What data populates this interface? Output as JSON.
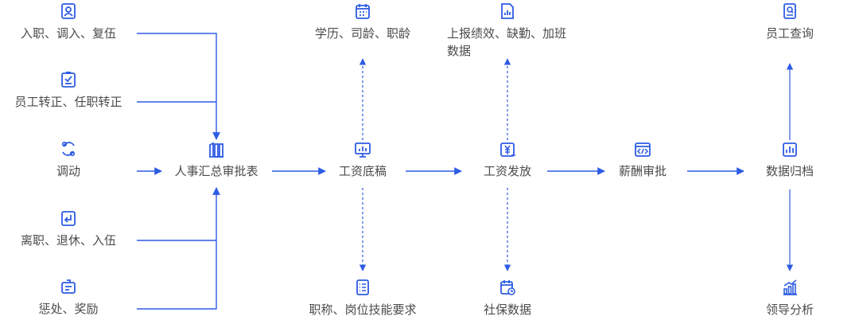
{
  "colors": {
    "accent": "#2d5be3",
    "text": "#4b4b4b"
  },
  "inputs": [
    {
      "label": "入职、调入、复伍",
      "icon": "person-card-icon"
    },
    {
      "label": "员工转正、任职转正",
      "icon": "checklist-icon"
    },
    {
      "label": "调动",
      "icon": "transfer-cycle-icon"
    },
    {
      "label": "离职、退休、入伍",
      "icon": "return-arrow-icon"
    },
    {
      "label": "惩处、奖励",
      "icon": "badge-folder-icon"
    }
  ],
  "flow": [
    {
      "label": "人事汇总审批表",
      "icon": "books-icon"
    },
    {
      "label": "工资底稿",
      "icon": "monitor-chart-icon"
    },
    {
      "label": "工资发放",
      "icon": "yuan-payment-icon"
    },
    {
      "label": "薪酬审批",
      "icon": "code-window-icon"
    },
    {
      "label": "数据归档",
      "icon": "bar-chart-icon"
    }
  ],
  "top": [
    {
      "label": "学历、司龄、职龄",
      "icon": "calendar-icon"
    },
    {
      "label": "上报绩效、缺勤、加班数据",
      "icon": "report-chart-icon"
    },
    {
      "label": "员工查询",
      "icon": "search-doc-icon"
    }
  ],
  "bottom": [
    {
      "label": "职称、岗位技能要求",
      "icon": "list-doc-icon"
    },
    {
      "label": "社保数据",
      "icon": "calendar-clock-icon"
    },
    {
      "label": "领导分析",
      "icon": "trend-bars-icon"
    }
  ]
}
